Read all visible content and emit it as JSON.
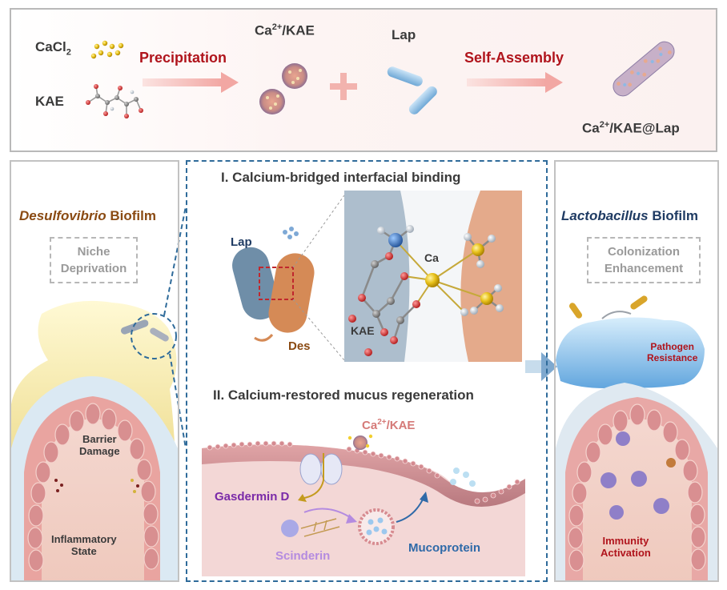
{
  "top": {
    "cacl2": "CaCl",
    "cacl2_sub": "2",
    "kae": "KAE",
    "precipitation": "Precipitation",
    "ca_kae_prefix": "Ca",
    "ca_kae_sup": "2+",
    "ca_kae_suffix": "/KAE",
    "lap": "Lap",
    "self_assembly": "Self-Assembly",
    "product_prefix": "Ca",
    "product_sup": "2+",
    "product_suffix": "/KAE@Lap"
  },
  "left": {
    "title_italic": "Desulfovibrio",
    "title_rest": " Biofilm",
    "box": "Niche\nDeprivation",
    "barrier": "Barrier\nDamage",
    "inflammatory": "Inflammatory\nState"
  },
  "panel1": {
    "title": "I. Calcium-bridged interfacial binding",
    "lap": "Lap",
    "des": "Des",
    "ca": "Ca",
    "kae": "KAE"
  },
  "panel2": {
    "title": "II. Calcium-restored mucus regeneration",
    "ca_kae_prefix": "Ca",
    "ca_kae_sup": "2+",
    "ca_kae_suffix": "/KAE",
    "gasdermin": "Gasdermin D",
    "scinderin": "Scinderin",
    "mucoprotein": "Mucoprotein"
  },
  "right": {
    "title_italic": "Lactobacillus",
    "title_rest": " Biofilm",
    "box": "Colonization\nEnhancement",
    "pathogen": "Pathogen\nResistance",
    "immunity": "Immunity\nActivation"
  },
  "colors": {
    "dark_red": "#b0141c",
    "brown": "#8a4a12",
    "navy": "#1f3b63",
    "purple": "#7a2aa8",
    "lavender": "#b48be0",
    "blue": "#2f6aa8",
    "pink_text": "#d57a78",
    "frame_blue": "#2f6b9a"
  }
}
